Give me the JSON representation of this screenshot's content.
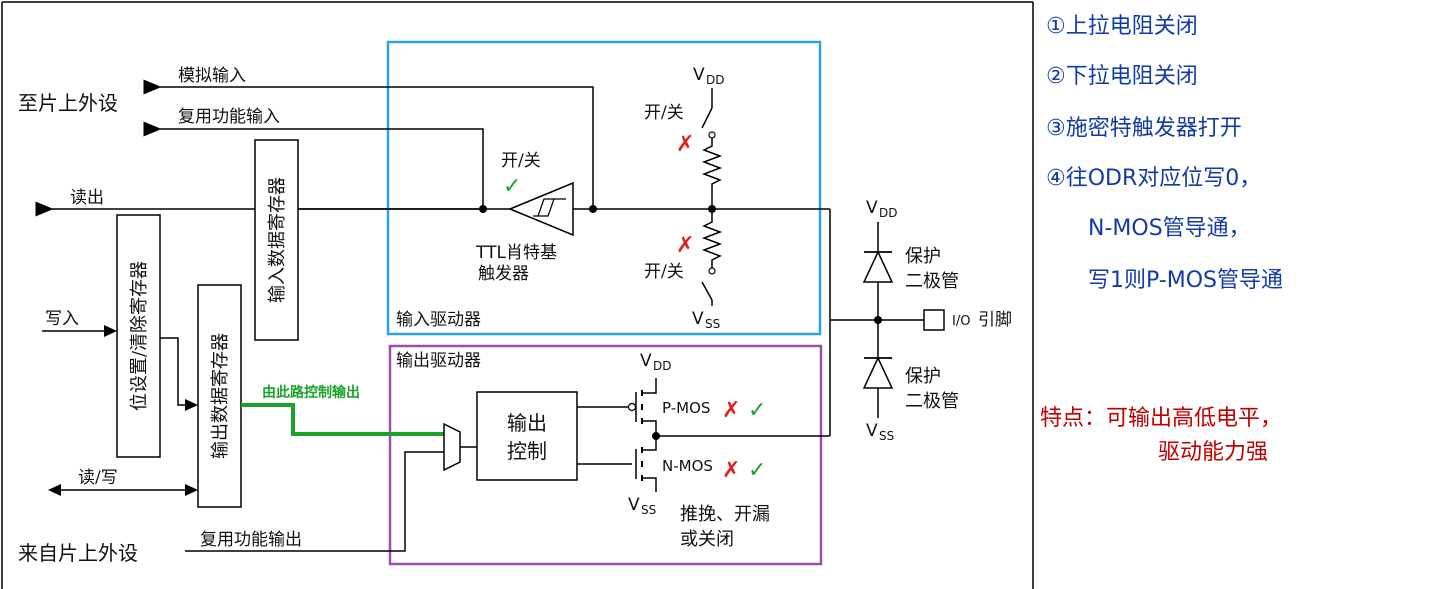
{
  "labels": {
    "to_onchip_peripheral": "至片上外设",
    "analog_input": "模拟输入",
    "alt_func_input": "复用功能输入",
    "read_out": "读出",
    "input_data_register": "输入数据寄存器",
    "bit_set_reset_register": "位设置/清除寄存器",
    "write_in": "写入",
    "output_data_register": "输出数据寄存器",
    "read_write": "读/写",
    "alt_func_output": "复用功能输出",
    "from_onchip_peripheral": "来自片上外设",
    "on_off_1": "开/关",
    "on_off_2": "开/关",
    "on_off_3": "开/关",
    "ttl_schmitt_line1": "TTL肖特基",
    "ttl_schmitt_line2": "触发器",
    "input_driver": "输入驱动器",
    "output_driver": "输出驱动器",
    "green_path_label": "由此路控制输出",
    "output_control_line1": "输出",
    "output_control_line2": "控制",
    "pmos": "P-MOS",
    "nmos": "N-MOS",
    "push_pull_line1": "推挽、开漏",
    "push_pull_line2": "或关闭",
    "protect_diode_line1_top": "保护",
    "protect_diode_line2_top": "二极管",
    "protect_diode_line1_bottom": "保护",
    "protect_diode_line2_bottom": "二极管",
    "io_pin_prefix": "I/O",
    "io_pin_suffix": "引脚",
    "vdd_main": "V",
    "vdd_sub": "DD",
    "vss_main": "V",
    "vss_sub": "SS",
    "check_mark": "✓",
    "cross_mark": "✗"
  },
  "notes": [
    "①上拉电阻关闭",
    "②下拉电阻关闭",
    "③施密特触发器打开",
    "④往ODR对应位写0，",
    "N-MOS管导通，",
    "写1则P-MOS管导通"
  ],
  "features": {
    "line1": "特点：可输出高低电平，",
    "line2": "驱动能力强"
  },
  "colors": {
    "input_box": "#2aa3e0",
    "output_box": "#9c4fa8",
    "green_path": "#1aa32a",
    "note_text": "#123aa8",
    "feature_text": "#c00000",
    "check": "#1aa32a",
    "cross": "#e02020"
  }
}
